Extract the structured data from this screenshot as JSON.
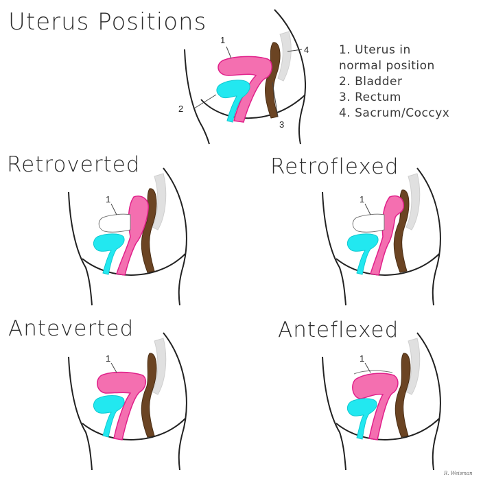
{
  "title": "Uterus Positions",
  "legend": [
    "1. Uterus in",
    "normal position",
    "2. Bladder",
    "3. Rectum",
    "4. Sacrum/Coccyx"
  ],
  "panels": {
    "normal": {
      "labels": [
        "1",
        "2",
        "3",
        "4"
      ]
    },
    "retroverted": {
      "title": "Retroverted",
      "labels": [
        "1"
      ]
    },
    "retroflexed": {
      "title": "Retroflexed",
      "labels": [
        "1"
      ]
    },
    "anteverted": {
      "title": "Anteverted",
      "labels": [
        "1"
      ]
    },
    "anteflexed": {
      "title": "Anteflexed",
      "labels": [
        "1"
      ]
    }
  },
  "colors": {
    "uterus": "#f46fb0",
    "uterus_outline": "#e0208a",
    "bladder": "#22e8f0",
    "rectum": "#6b4423",
    "sacrum": "#e0e0e0",
    "outline": "#222222"
  },
  "credit": "R. Weisman"
}
